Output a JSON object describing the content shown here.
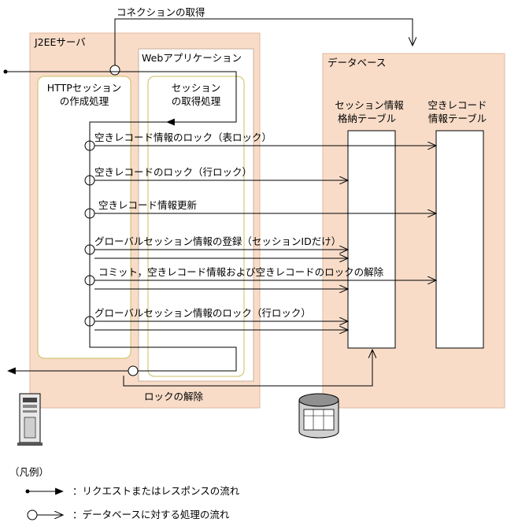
{
  "colors": {
    "region_fill": "#f8dcc8",
    "region_stroke": "#e3b89b",
    "inner_box_stroke": "#c9c060",
    "line": "#000000"
  },
  "top_label": "コネクションの取得",
  "j2ee_server": {
    "title": "J2EEサーバ"
  },
  "web_app": {
    "title": "Webアプリケーション"
  },
  "http_session": {
    "line1": "HTTPセッション",
    "line2": "の作成処理"
  },
  "session_get": {
    "line1": "セッション",
    "line2": "の取得処理"
  },
  "database": {
    "title": "データベース",
    "table1": {
      "line1": "セッション情報",
      "line2": "格納テーブル"
    },
    "table2": {
      "line1": "空きレコード",
      "line2": "情報テーブル"
    },
    "icon": "database-cylinder-icon"
  },
  "steps": [
    "空きレコード情報のロック（表ロック）",
    "空きレコードのロック（行ロック）",
    "空きレコード情報更新",
    "グローバルセッション情報の登録（セッションIDだけ）",
    "コミット，空きレコード情報および空きレコードのロックの解除",
    "グローバルセッション情報のロック（行ロック）"
  ],
  "release_label": "ロックの解除",
  "client_icon": "client-terminal-icon",
  "legend": {
    "title": "（凡例）",
    "request_flow": "：リクエストまたはレスポンスの流れ",
    "db_flow": "：データベースに対する処理の流れ"
  }
}
